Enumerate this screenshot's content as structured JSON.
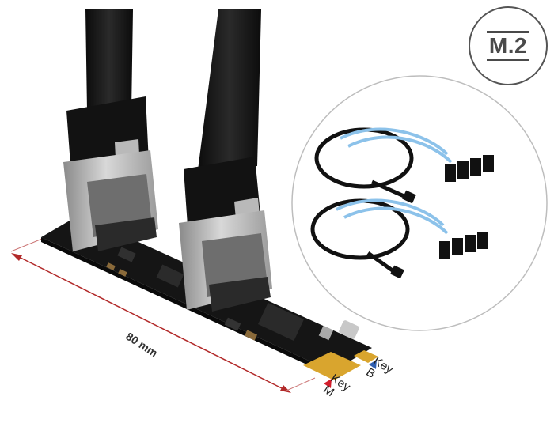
{
  "badge": {
    "text": "M.2"
  },
  "dimension": {
    "text": "80 mm"
  },
  "keys": [
    {
      "text": "Key\nM",
      "color": "#d21d2b"
    },
    {
      "text": "Key\nB",
      "color": "#2f5fb0"
    }
  ],
  "colors": {
    "pcb": "#1b1b1b",
    "gold": "#d9a52e",
    "cable_black": "#141414",
    "cable_blue": "#8cc2ea",
    "dimension_line": "#b22a2a",
    "connector_metal": "#b9b9b9"
  }
}
